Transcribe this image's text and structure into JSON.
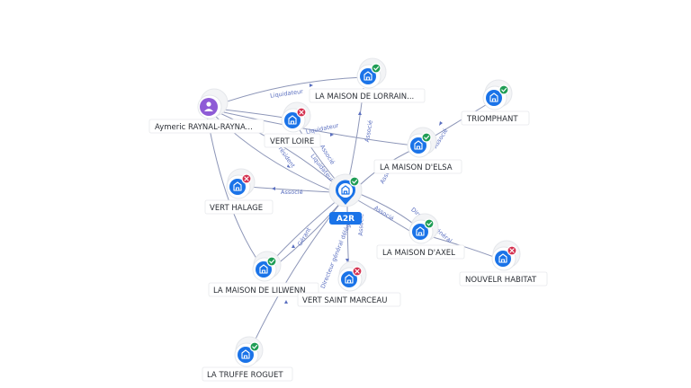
{
  "center": {
    "label": "A2R",
    "status": "ok",
    "icon": "building-icon"
  },
  "colors": {
    "accent": "#1a73e8",
    "ok": "#1f9d55",
    "ko": "#d4304f",
    "person": "#8e5bd6",
    "edge": "#8d96b8",
    "edge_label": "#5a6fc0"
  },
  "nodes": [
    {
      "key": "aymeric",
      "label": "Aymeric RAYNAL-RAYNA...",
      "type": "person",
      "status": "none",
      "icon": "person-icon"
    },
    {
      "key": "lorraine",
      "label": "LA MAISON DE LORRAIN...",
      "type": "company",
      "status": "ok",
      "icon": "building-icon"
    },
    {
      "key": "vertloire",
      "label": "VERT LOIRE",
      "type": "company",
      "status": "ko",
      "icon": "building-icon"
    },
    {
      "key": "triomphant",
      "label": "TRIOMPHANT",
      "type": "company",
      "status": "ok",
      "icon": "building-icon"
    },
    {
      "key": "elsa",
      "label": "LA MAISON D'ELSA",
      "type": "company",
      "status": "ok",
      "icon": "building-icon"
    },
    {
      "key": "verthalage",
      "label": "VERT HALAGE",
      "type": "company",
      "status": "ko",
      "icon": "building-icon"
    },
    {
      "key": "axel",
      "label": "LA MAISON D'AXEL",
      "type": "company",
      "status": "ok",
      "icon": "building-icon"
    },
    {
      "key": "nouvelr",
      "label": "NOUVELR HABITAT",
      "type": "company",
      "status": "ko",
      "icon": "building-icon"
    },
    {
      "key": "lilwenn",
      "label": "LA MAISON DE LILWENN",
      "type": "company",
      "status": "ok",
      "icon": "building-icon"
    },
    {
      "key": "marceau",
      "label": "VERT SAINT MARCEAU",
      "type": "company",
      "status": "ko",
      "icon": "building-icon"
    },
    {
      "key": "truffe",
      "label": "LA TRUFFE ROGUET",
      "type": "company",
      "status": "ok",
      "icon": "building-icon"
    }
  ],
  "edges": [
    {
      "key": "aym-lorraine",
      "label": "Liquidateur"
    },
    {
      "key": "aym-vertloire",
      "label": "Liquidateur"
    },
    {
      "key": "aym-elsa",
      "label": ""
    },
    {
      "key": "aym-center-pres",
      "label": "Président"
    },
    {
      "key": "aym-center-liq",
      "label": "Liquidateur"
    },
    {
      "key": "aym-lilwenn",
      "label": ""
    },
    {
      "key": "vertloire-center",
      "label": "Associé"
    },
    {
      "key": "lorraine-center",
      "label": "Associé"
    },
    {
      "key": "elsa-center",
      "label": "Associé"
    },
    {
      "key": "triomphant-elsa",
      "label": "Associé"
    },
    {
      "key": "verthalage-center",
      "label": "Associé"
    },
    {
      "key": "axel-center-assoc",
      "label": "Associé"
    },
    {
      "key": "axel-center-dir",
      "label": "Directeur général"
    },
    {
      "key": "axel-nouvelr",
      "label": ""
    },
    {
      "key": "marceau-center",
      "label": "Associé"
    },
    {
      "key": "lilwenn-center-ger",
      "label": "Gérant"
    },
    {
      "key": "lilwenn-center-dg",
      "label": "Directeur général délégué"
    },
    {
      "key": "truffe-center",
      "label": ""
    }
  ]
}
